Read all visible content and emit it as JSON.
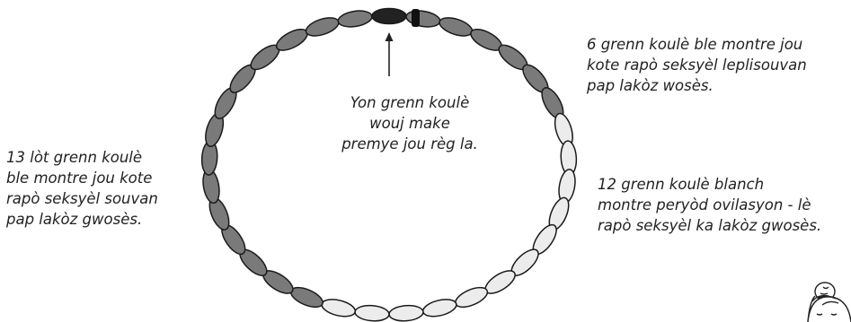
{
  "annotations": {
    "left_note": [
      "13 lòt grenn koulè",
      "ble  montre jou kote",
      "rapò seksyèl  souvan",
      "pap lakòz gwosès."
    ],
    "center_note": [
      "Yon grenn koulè",
      "wouj make",
      "premye jou règ la."
    ],
    "top_right_note": [
      "6 grenn koulè ble  montre jou",
      "kote rapò seksyèl leplisouvan",
      "pap lakòz wosès."
    ],
    "bottom_right_note": [
      "12 grenn koulè blanch",
      "montre peryòd ovilasyon - lè",
      "rapò seksyèl ka lakòz gwosès."
    ]
  },
  "beads": {
    "sequence": [
      "red",
      "blue",
      "blue",
      "blue",
      "blue",
      "blue",
      "blue",
      "white",
      "white",
      "white",
      "white",
      "white",
      "white",
      "white",
      "white",
      "white",
      "white",
      "white",
      "white",
      "blue",
      "blue",
      "blue",
      "blue",
      "blue",
      "blue",
      "blue",
      "blue",
      "blue",
      "blue",
      "blue",
      "blue",
      "blue",
      "blue"
    ],
    "colors": {
      "red": "#222222",
      "blue": "#7a7a7a",
      "white": "#ececec",
      "outline": "#1a1a1a"
    }
  }
}
